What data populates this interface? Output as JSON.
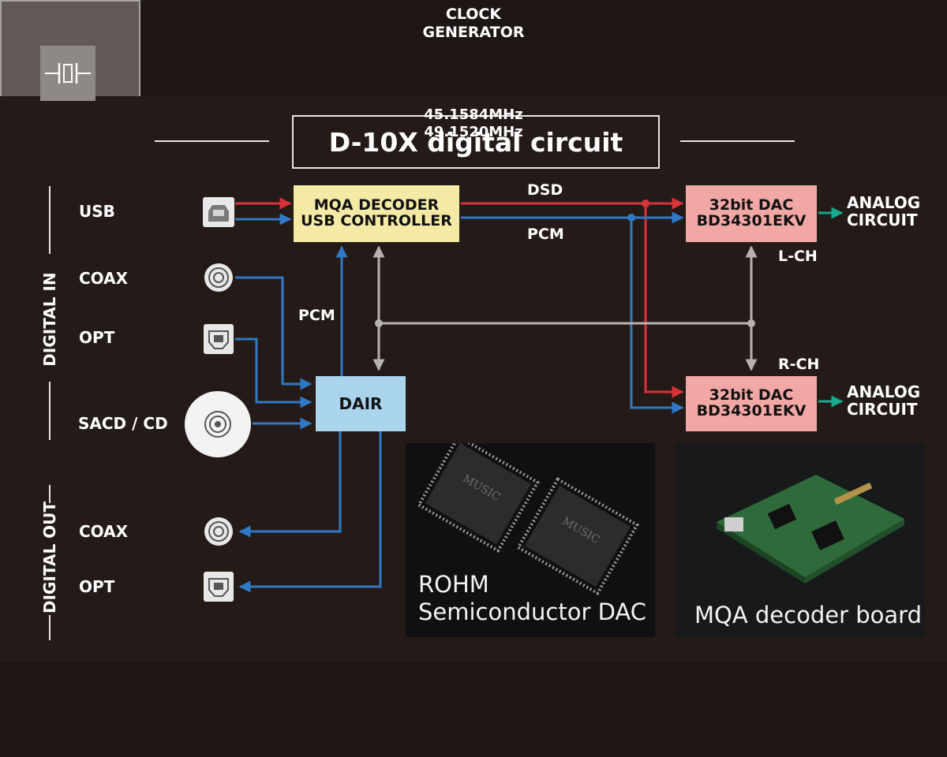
{
  "title": "D-10X digital circuit",
  "sections": {
    "digital_in": "DIGITAL IN",
    "digital_out": "DIGITAL OUT"
  },
  "inputs": {
    "usb": "USB",
    "coax": "COAX",
    "opt": "OPT",
    "sacd": "SACD / CD"
  },
  "outputs": {
    "coax": "COAX",
    "opt": "OPT"
  },
  "blocks": {
    "mqa": {
      "line1": "MQA DECODER",
      "line2": "USB CONTROLLER"
    },
    "dair": "DAIR",
    "dac_l": {
      "line1": "32bit DAC",
      "line2": "BD34301EKV"
    },
    "dac_r": {
      "line1": "32bit DAC",
      "line2": "BD34301EKV"
    },
    "clock": {
      "line1": "CLOCK",
      "line2": "GENERATOR",
      "freq1": "45.1584MHz",
      "freq2": "49.1520MHz"
    }
  },
  "signals": {
    "dsd": "DSD",
    "pcm_top": "PCM",
    "pcm_left": "PCM",
    "lch": "L-CH",
    "rch": "R-CH"
  },
  "outputs_analog": {
    "top": {
      "line1": "ANALOG",
      "line2": "CIRCUIT"
    },
    "bottom": {
      "line1": "ANALOG",
      "line2": "CIRCUIT"
    }
  },
  "photos": {
    "rohm": {
      "line1": "ROHM",
      "line2": "Semiconductor DAC",
      "chip_text": "MUSIC"
    },
    "mqa_board": {
      "caption": "MQA decoder board"
    }
  },
  "colors": {
    "red": "#d9333a",
    "blue": "#2f79c6",
    "gray": "#b7b2ad",
    "teal": "#1aa88e"
  }
}
